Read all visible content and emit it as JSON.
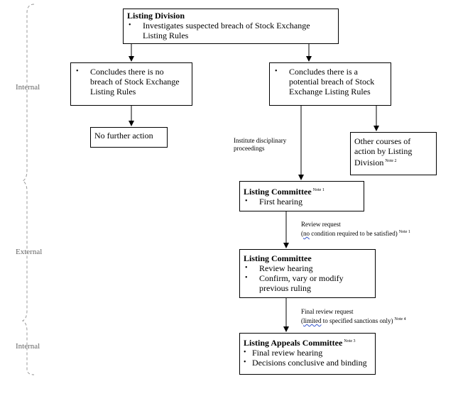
{
  "side_labels": {
    "top": "Internal",
    "middle": "External",
    "bottom": "Internal"
  },
  "boxes": {
    "listing_division": {
      "title": "Listing Division",
      "bullet": "Investigates suspected breach of Stock Exchange Listing Rules"
    },
    "no_breach": {
      "bullet": "Concludes there is no breach of Stock Exchange Listing Rules"
    },
    "potential_breach": {
      "bullet": "Concludes there is a potential breach of Stock Exchange Listing Rules"
    },
    "no_further_action": {
      "text": "No further action"
    },
    "other_courses": {
      "text": "Other courses of action by Listing Division",
      "note": "Note 2"
    },
    "listing_committee_1": {
      "title": "Listing Committee",
      "note": "Note 1",
      "bullets": [
        "First hearing"
      ]
    },
    "listing_committee_2": {
      "title": "Listing Committee",
      "bullets": [
        "Review hearing",
        "Confirm, vary or modify previous ruling"
      ]
    },
    "listing_appeals": {
      "title": "Listing Appeals Committee",
      "note": "Note 3",
      "bullets": [
        "Final review hearing",
        "Decisions conclusive and binding"
      ]
    }
  },
  "edge_labels": {
    "institute": {
      "line1": "Institute disciplinary",
      "line2": "proceedings"
    },
    "review_request": {
      "line1": "Review request",
      "line2_pre": "(",
      "line2_underlined": "no",
      "line2_post": " condition required to be satisfied)",
      "note": "Note 1"
    },
    "final_review": {
      "line1": "Final review request",
      "line2_pre": "(",
      "line2_underlined": "limited",
      "line2_post": " to specified sanctions only)",
      "note": "Note 4"
    }
  }
}
